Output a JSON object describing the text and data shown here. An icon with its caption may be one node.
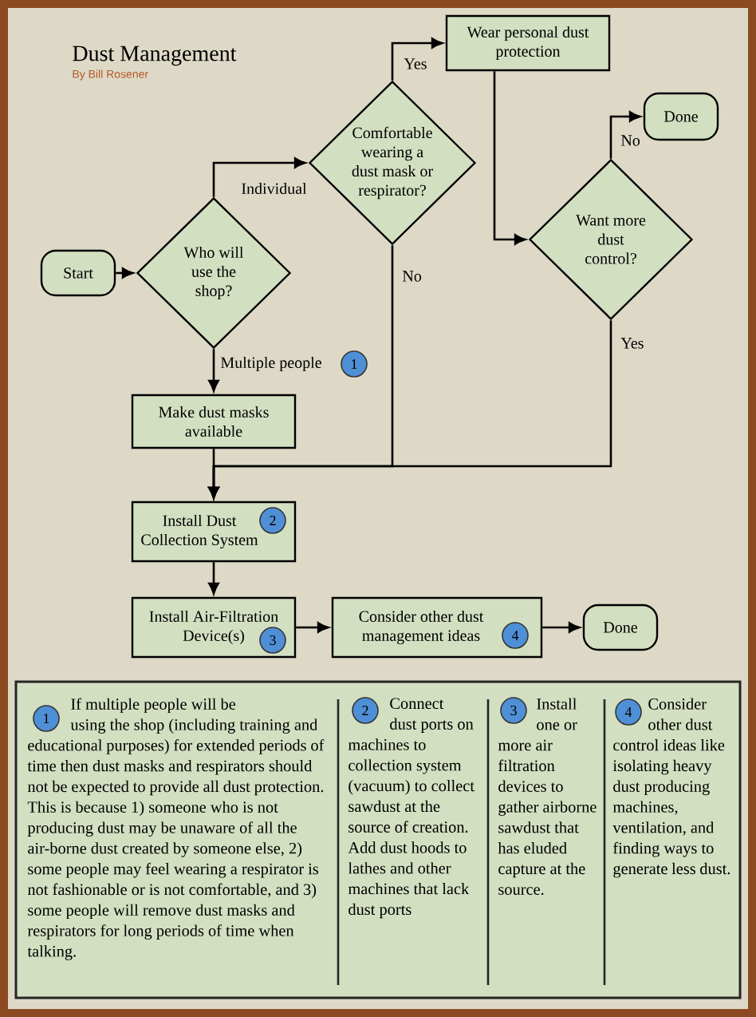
{
  "diagram": {
    "title": "Dust Management",
    "nodes": [
      {
        "text": [
          "Start"
        ]
      },
      {
        "text": [
          "Who will use the shop?"
        ]
      },
      {
        "text": [
          "Comfortable wearing a dust mask or respirator?"
        ]
      },
      {
        "text": [
          "Wear personal dust protection"
        ]
      },
      {
        "text": [
          "Done"
        ]
      },
      {
        "text": [
          "Want more dust control?"
        ]
      },
      {
        "text": [
          "Make dust masks available"
        ]
      },
      {
        "text": [
          "Install Dust Collection System"
        ]
      },
      {
        "text": [
          "Install Air-Filtration Device(s)"
        ]
      },
      {
        "text": [
          "Consider other dust management ideas"
        ]
      },
      {
        "text": [
          "Done"
        ]
      },
      {
        "text": [
          "If multiple people will be using the shop (including training and educational purposes) for extended periods of time then dust masks and respirators should not be expected to provide all dust protection.  This is because 1) someone who is not producing dust may be unaware of all the air-borne dust created by someone else, 2) some people may feel wearing a respirator is not fashionable or is not comfortable, and 3) some people will remove dust masks and respirators for long periods of time when talking.",
          "Connect dust ports on machines to collection system (vacuum) to collect sawdust at the source of creation.  Add dust hoods to lathes and other machines that lack dust ports",
          "Install one or more air filtration devices to gather airborne sawdust that has eluded capture at the source.",
          "Consider other dust control ideas like isolating heavy dust producing machines, ventilation, and finding ways to generate less dust."
        ]
      }
    ],
    "edges": [
      {
        "from": 0,
        "to": 1,
        "arrow": "to"
      },
      {
        "from": 1,
        "to": 2,
        "arrow": "to",
        "label": "Individual"
      },
      {
        "from": 2,
        "to": 3,
        "arrow": "to",
        "label": "Yes"
      },
      {
        "from": 3,
        "to": 5,
        "arrow": "to"
      },
      {
        "from": 5,
        "to": 4,
        "arrow": "to",
        "label": "No"
      },
      {
        "from": 1,
        "to": 6,
        "arrow": "to",
        "label": "Multiple people"
      },
      {
        "from": 2,
        "to": 7,
        "arrow": "to",
        "label": "No"
      },
      {
        "from": 5,
        "to": 7,
        "arrow": "to",
        "label": "Yes"
      },
      {
        "from": 6,
        "to": 7,
        "arrow": "to"
      },
      {
        "from": 7,
        "to": 8,
        "arrow": "to"
      },
      {
        "from": 8,
        "to": 9,
        "arrow": "to"
      },
      {
        "from": 9,
        "to": 10,
        "arrow": "to"
      }
    ],
    "labels": [
      "By Bill Rosener",
      "1",
      "2",
      "3",
      "4",
      "1",
      "2",
      "3",
      "4"
    ]
  }
}
